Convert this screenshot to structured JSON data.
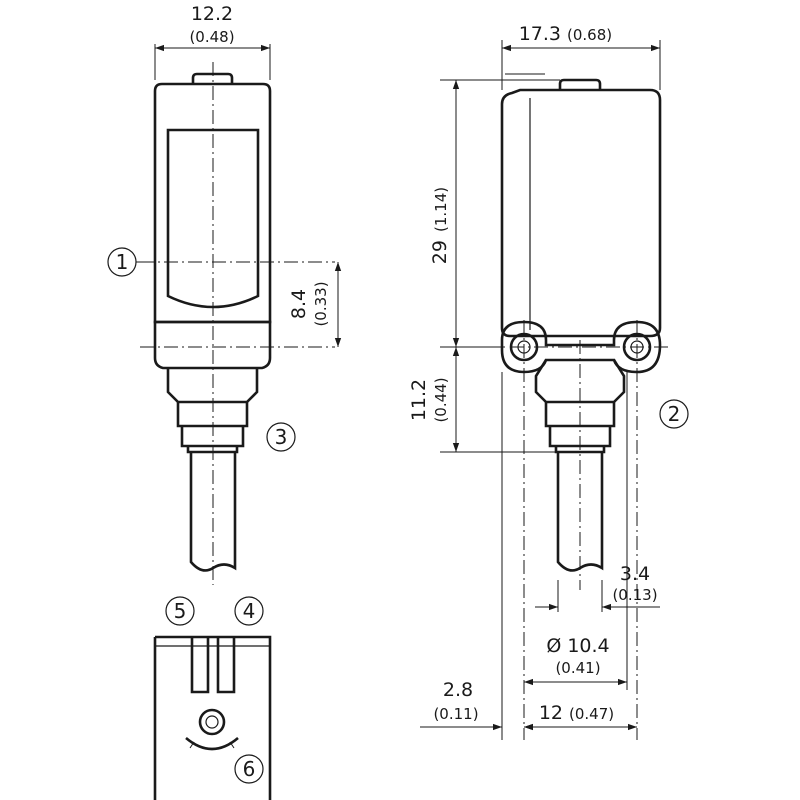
{
  "dimensions": {
    "top_width": {
      "value": "12.2",
      "inch": "(0.48)"
    },
    "side_width": {
      "value": "17.3",
      "inch": "(0.68)"
    },
    "height": {
      "value": "29",
      "inch": "(1.14)"
    },
    "optical_axis": {
      "value": "8.4",
      "inch": "(0.33)"
    },
    "mount_offset": {
      "value": "11.2",
      "inch": "(0.44)"
    },
    "hole_offset": {
      "value": "3.4",
      "inch": "(0.13)"
    },
    "hole_spacing": {
      "value": "Ø 10.4",
      "inch": "(0.41)"
    },
    "edge_offset": {
      "value": "2.8",
      "inch": "(0.11)"
    },
    "bottom_width": {
      "value": "12",
      "inch": "(0.47)"
    }
  },
  "callouts": {
    "c1": "1",
    "c2": "2",
    "c3": "3",
    "c4": "4",
    "c5": "5",
    "c6": "6"
  }
}
